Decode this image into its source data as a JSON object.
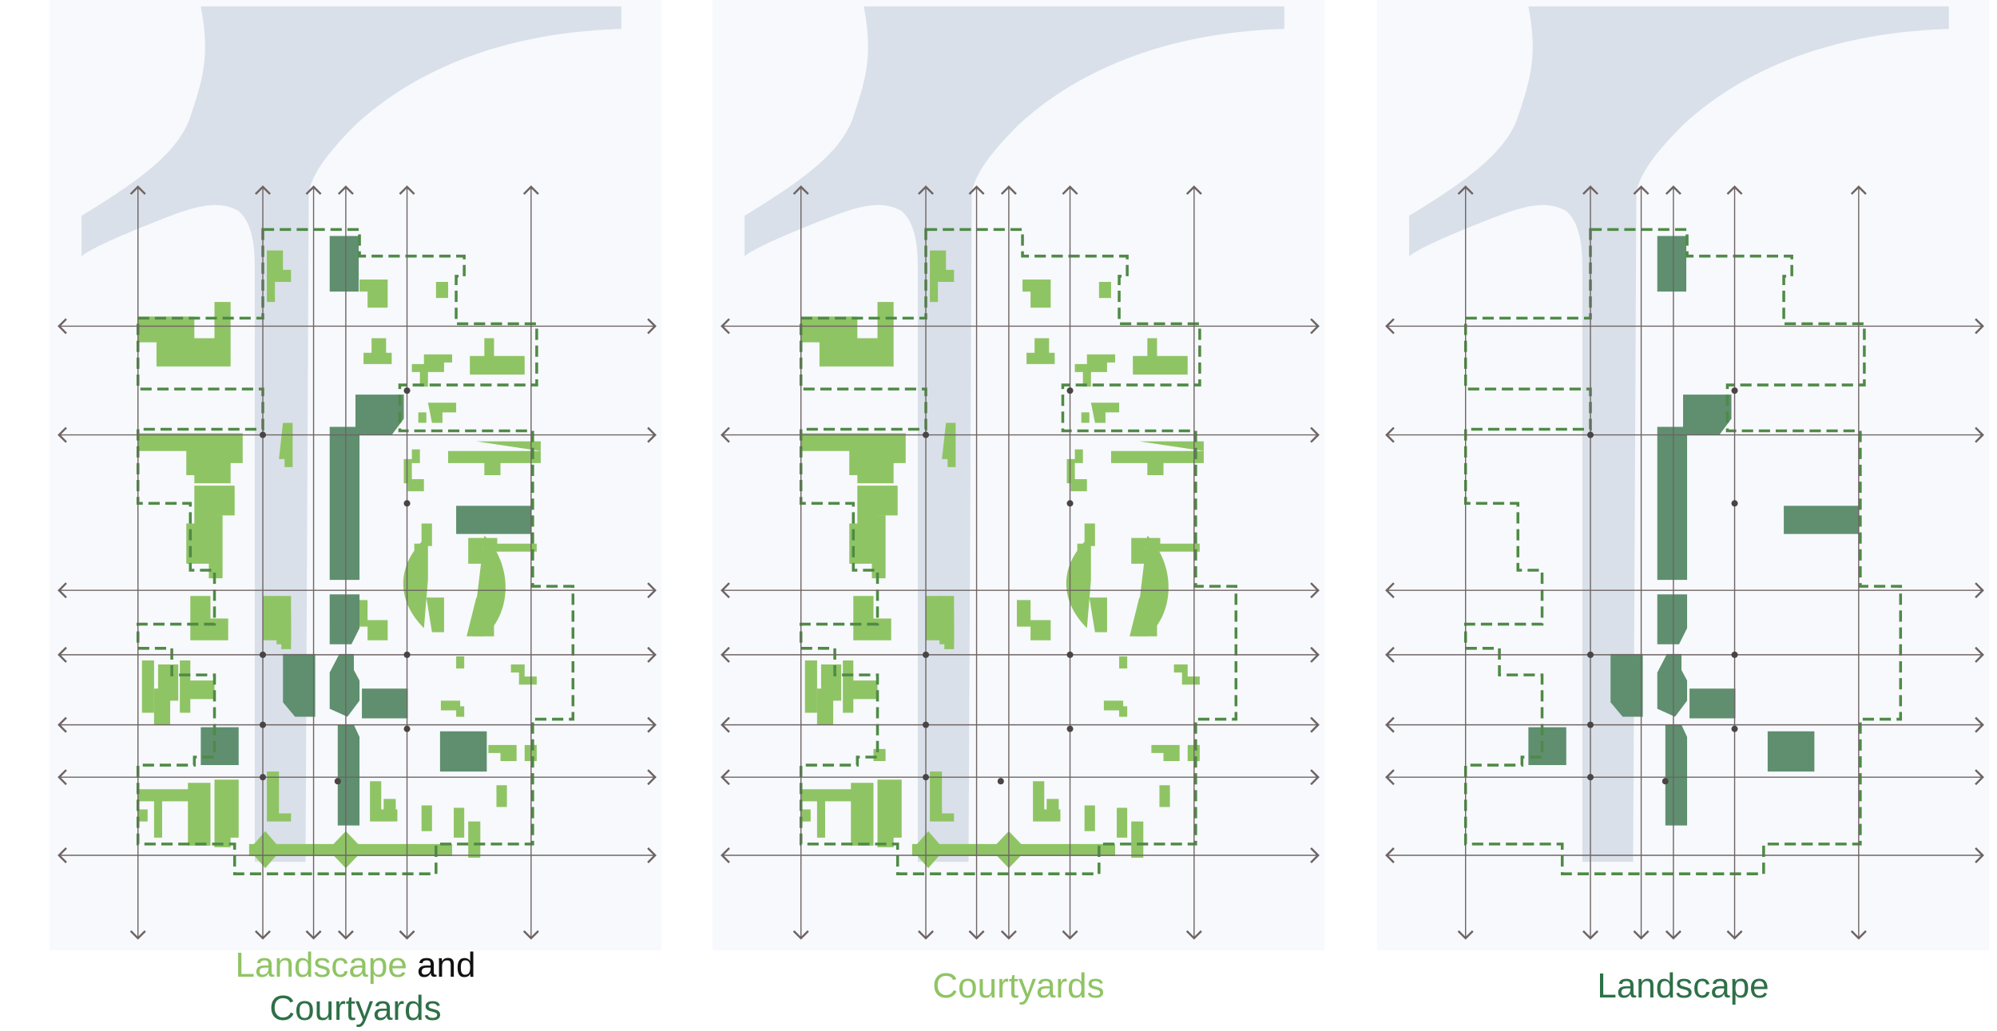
{
  "panels": [
    {
      "id": "combined",
      "show_courtyards": true,
      "show_landscape": true,
      "caption": {
        "part1": "Landscape",
        "part2": " and",
        "part3": "Courtyards"
      }
    },
    {
      "id": "courtyards",
      "show_courtyards": true,
      "show_landscape": false,
      "caption": {
        "part1": "Courtyards"
      }
    },
    {
      "id": "landscape",
      "show_courtyards": false,
      "show_landscape": true,
      "caption": {
        "part1": "Landscape"
      }
    }
  ],
  "colors": {
    "background": "#f7f9fc",
    "river": "#d9e0e9",
    "courtyard_green": "#8fc464",
    "landscape_green": "#5f8f6f",
    "boundary_dash": "#4f8a46",
    "axis_line": "#6e6464"
  }
}
